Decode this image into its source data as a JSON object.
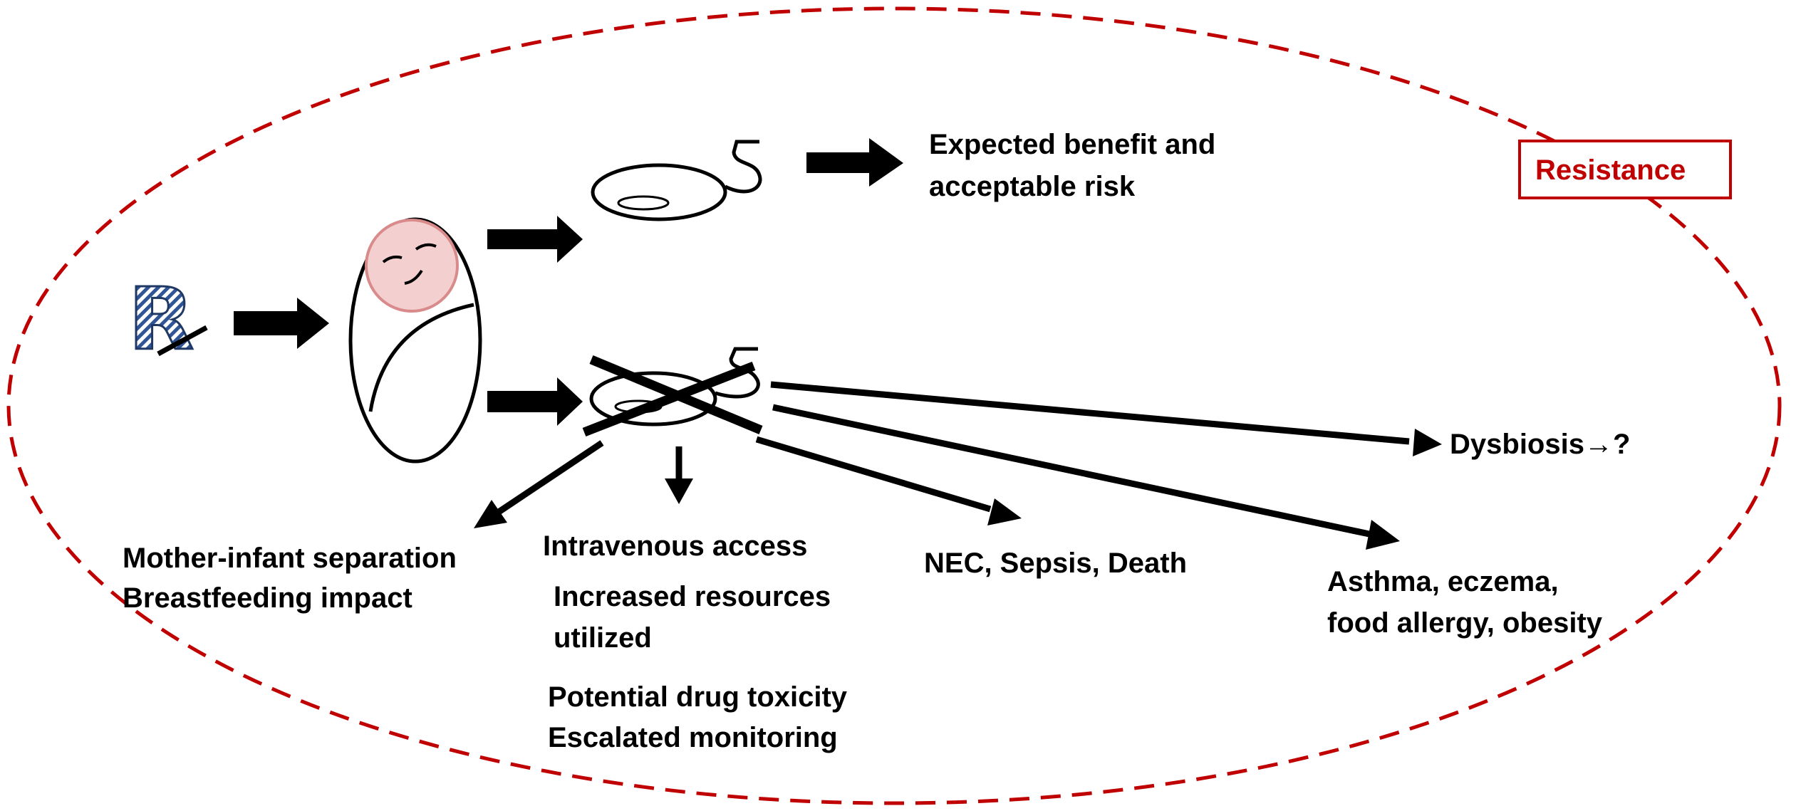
{
  "colors": {
    "boundary": "#c00000",
    "arrow": "#000000",
    "baby_face": "#f3cfcf",
    "baby_face_outline": "#d98a8a",
    "rx_fill": "#2f5597"
  },
  "icons": {
    "prescription": "rx-symbol-icon",
    "infant": "swaddled-infant-icon",
    "microbiome_ok": "petri-dish-icon",
    "microbiome_disrupted": "crossed-petri-dish-icon"
  },
  "labels": {
    "resistance": "Resistance",
    "rx_letter": "R",
    "benefit_line1": "Expected benefit and",
    "benefit_line2": "acceptable risk",
    "dysbiosis": "Dysbiosis→?",
    "separation_line1": "Mother-infant separation",
    "separation_line2": "Breastfeeding impact",
    "iv_access": "Intravenous access",
    "resources_line1": "Increased resources",
    "resources_line2": "utilized",
    "toxicity_line1": "Potential drug toxicity",
    "toxicity_line2": "Escalated monitoring",
    "nec": "NEC, Sepsis, Death",
    "asthma_line1": "Asthma, eczema,",
    "asthma_line2": "food allergy, obesity"
  }
}
